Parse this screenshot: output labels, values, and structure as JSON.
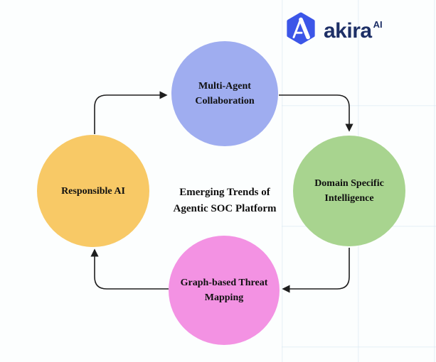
{
  "header": {
    "logo": {
      "brand": "akira",
      "superscript": "AI",
      "icon": "akira-hexagon-a-icon",
      "icon_color": "#3c56e8",
      "text_color": "#1d2f66"
    }
  },
  "diagram": {
    "center_title": {
      "line1": "Emerging Trends of",
      "line2": "Agentic SOC Platform"
    },
    "nodes": [
      {
        "id": "multi-agent-collaboration",
        "position": "top",
        "color": "#9fadf0",
        "lines": [
          "Multi-Agent",
          "Collaboration"
        ]
      },
      {
        "id": "domain-specific-intelligence",
        "position": "right",
        "color": "#a8d48f",
        "lines": [
          "Domain Specific",
          "Intelligence"
        ]
      },
      {
        "id": "graph-based-threat-mapping",
        "position": "bottom",
        "color": "#f392e3",
        "lines": [
          "Graph-based Threat",
          "Mapping"
        ]
      },
      {
        "id": "responsible-ai",
        "position": "left",
        "color": "#f8c966",
        "lines": [
          "Responsible AI"
        ]
      }
    ],
    "connections": [
      {
        "from": "responsible-ai",
        "to": "multi-agent-collaboration"
      },
      {
        "from": "multi-agent-collaboration",
        "to": "domain-specific-intelligence"
      },
      {
        "from": "domain-specific-intelligence",
        "to": "graph-based-threat-mapping"
      },
      {
        "from": "graph-based-threat-mapping",
        "to": "responsible-ai"
      }
    ],
    "arrow_color": "#1e1e1e"
  }
}
